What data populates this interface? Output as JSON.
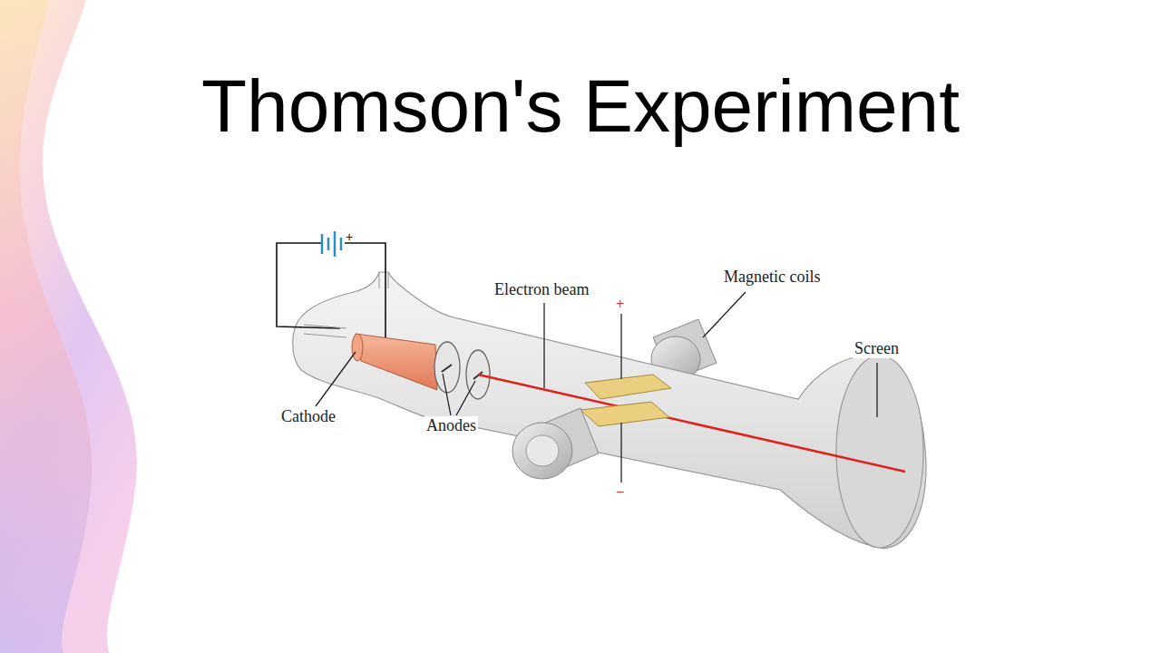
{
  "diagram": {
    "title": "Thomson's Experiment",
    "labels": [
      "+",
      "Electron beam",
      "Magnetic coils",
      "+",
      "Screen",
      "Cathode",
      "Anodes",
      "−"
    ]
  }
}
